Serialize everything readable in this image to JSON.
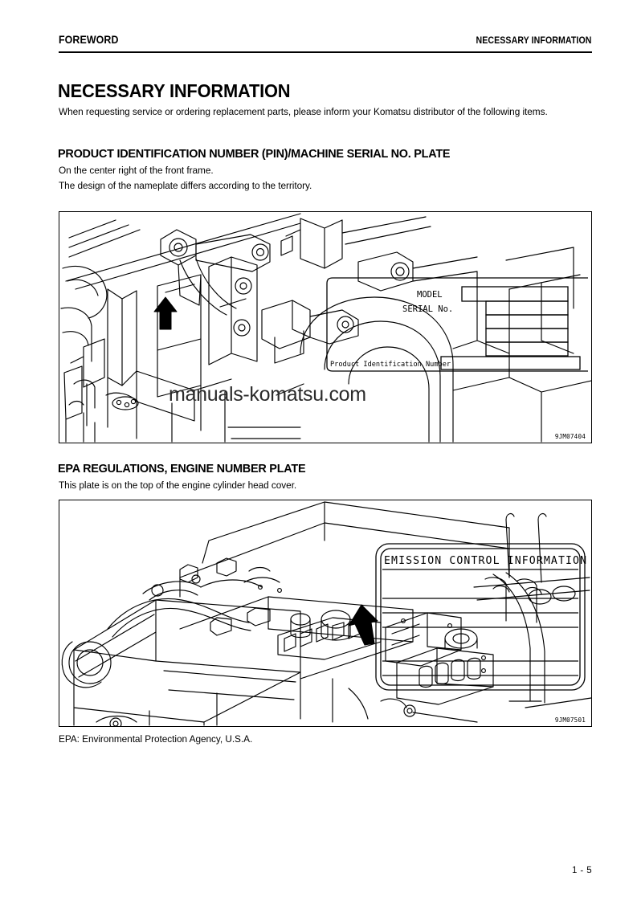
{
  "header": {
    "left": "FOREWORD",
    "right": "NECESSARY INFORMATION"
  },
  "main_heading": "NECESSARY INFORMATION",
  "intro_paragraph": "When requesting service or ordering replacement parts, please inform your Komatsu distributor of the following items.",
  "sections": [
    {
      "heading": "PRODUCT IDENTIFICATION NUMBER (PIN)/MACHINE SERIAL NO. PLATE",
      "line1": "On the center right of the front frame.",
      "line2": "The design of the nameplate differs according to the territory.",
      "figure_code": "9JM07404",
      "nameplate": {
        "model_label": "MODEL",
        "serial_label": "SERIAL No.",
        "pin_label": "Product Identification Number"
      }
    },
    {
      "heading": "EPA REGULATIONS, ENGINE NUMBER PLATE",
      "line1": "This plate is on the top of the engine cylinder head cover.",
      "figure_code": "9JM07501",
      "emission_plate": {
        "title": "EMISSION CONTROL INFORMATION"
      },
      "footnote": "EPA: Environmental Protection Agency, U.S.A."
    }
  ],
  "watermark": "manuals-komatsu.com",
  "page_number": "1 - 5",
  "colors": {
    "ink": "#000000",
    "paper": "#ffffff",
    "watermark": "#2b2b2b"
  }
}
